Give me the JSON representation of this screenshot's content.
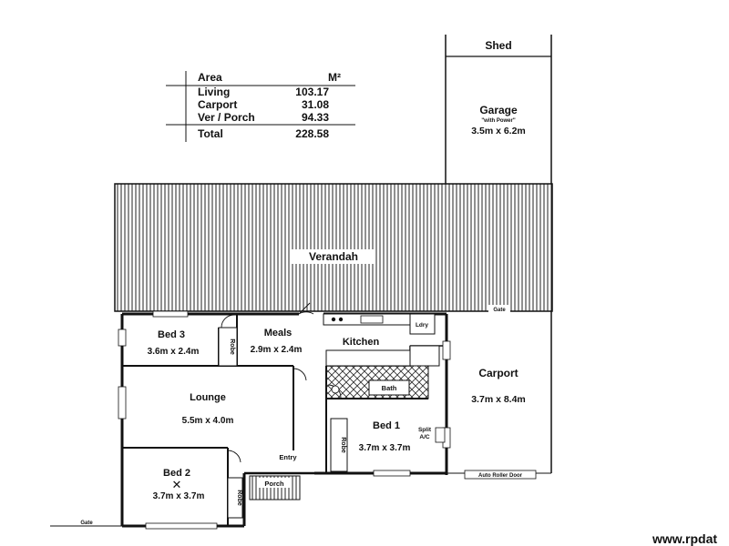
{
  "area_table": {
    "header": {
      "label": "Area",
      "unit": "M²"
    },
    "rows": [
      {
        "label": "Living",
        "value": "103.17"
      },
      {
        "label": "Carport",
        "value": "31.08"
      },
      {
        "label": "Ver / Porch",
        "value": "94.33"
      }
    ],
    "total": {
      "label": "Total",
      "value": "228.58"
    }
  },
  "rooms": {
    "shed": {
      "name": "Shed"
    },
    "garage": {
      "name": "Garage",
      "note": "\"with Power\"",
      "size": "3.5m x 6.2m"
    },
    "verandah": {
      "name": "Verandah"
    },
    "carport": {
      "name": "Carport",
      "size": "3.7m x 8.4m"
    },
    "bed3": {
      "name": "Bed 3",
      "size": "3.6m x 2.4m"
    },
    "meals": {
      "name": "Meals",
      "size": "2.9m x 2.4m"
    },
    "kitchen": {
      "name": "Kitchen"
    },
    "lounge": {
      "name": "Lounge",
      "size": "5.5m x 4.0m"
    },
    "bed1": {
      "name": "Bed 1",
      "size": "3.7m x 3.7m"
    },
    "bed2": {
      "name": "Bed 2",
      "size": "3.7m x 3.7m"
    }
  },
  "fixtures": {
    "robe": "Robe",
    "bath": "Bath",
    "lndry": "Ldry",
    "entry": "Entry",
    "porch": "Porch",
    "split_ac_line1": "Split",
    "split_ac_line2": "A/C",
    "gate": "Gate",
    "auto_door": "Auto Roller Door"
  },
  "watermark": "www.rpdat"
}
